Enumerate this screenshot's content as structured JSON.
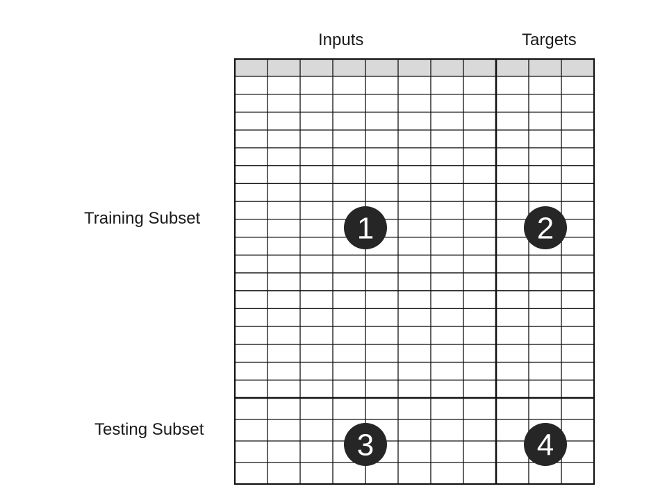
{
  "column_groups": {
    "inputs": "Inputs",
    "targets": "Targets"
  },
  "row_groups": {
    "training": "Training Subset",
    "testing": "Testing Subset"
  },
  "grid": {
    "input_columns": 8,
    "target_columns": 3,
    "training_rows": 18,
    "testing_rows": 4,
    "header_rows": 1
  },
  "quadrants": [
    {
      "number": "1",
      "region": "training-inputs"
    },
    {
      "number": "2",
      "region": "training-targets"
    },
    {
      "number": "3",
      "region": "testing-inputs"
    },
    {
      "number": "4",
      "region": "testing-targets"
    }
  ],
  "colors": {
    "header_fill": "#d9d9d9",
    "badge_fill": "#262626",
    "line": "#111111"
  }
}
